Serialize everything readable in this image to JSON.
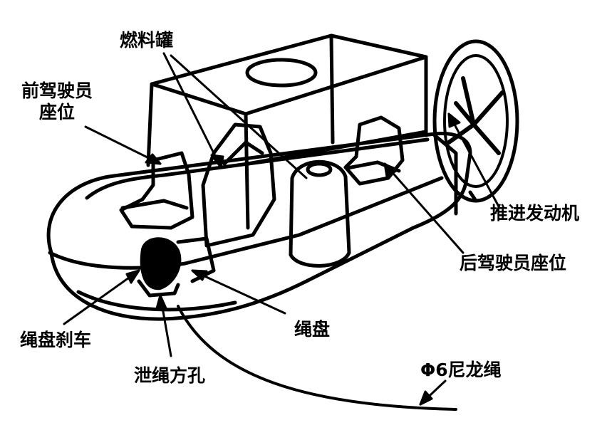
{
  "labels": {
    "fuel_tank": "燃料罐",
    "front_seat_line1": "前驾驶员",
    "front_seat_line2": "座位",
    "engine": "推进发动机",
    "rear_seat": "后驾驶员座位",
    "reel": "绳盘",
    "reel_brake": "绳盘刹车",
    "rope_hole": "泄绳方孔",
    "nylon_rope": "Φ6尼龙绳"
  }
}
